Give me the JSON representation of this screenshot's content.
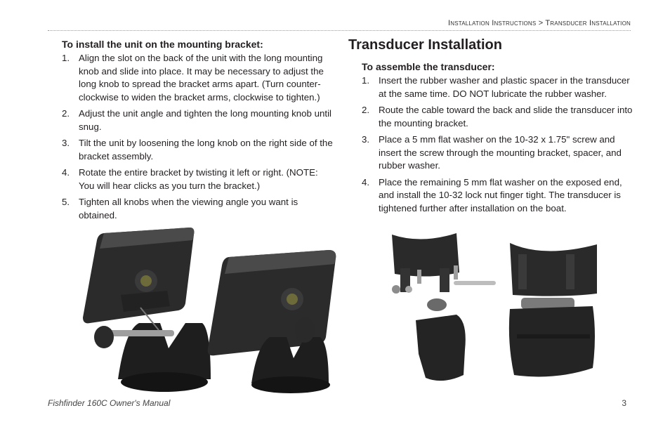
{
  "header": {
    "breadcrumb_section": "Installation Instructions",
    "separator": ">",
    "breadcrumb_page": "Transducer Installation"
  },
  "left": {
    "procedure_title": "To install the unit on the mounting bracket:",
    "steps": [
      {
        "num": "1.",
        "text": "Align the slot on the back of the unit with the long mounting knob and slide into place. It may be necessary to adjust the long knob to spread the bracket arms apart. (Turn counter-clockwise to widen the bracket arms, clockwise to tighten.)"
      },
      {
        "num": "2.",
        "text": "Adjust the unit angle and tighten the long mounting knob until snug."
      },
      {
        "num": "3.",
        "text": "Tilt the unit by loosening the long knob on the right side of the bracket assembly."
      },
      {
        "num": "4.",
        "text": "Rotate the entire bracket by twisting it left or right. (NOTE: You will hear clicks as you turn the bracket.)"
      },
      {
        "num": "5.",
        "text": "Tighten all knobs when the viewing angle you want is obtained."
      }
    ]
  },
  "right": {
    "section_title": "Transducer Installation",
    "procedure_title": "To assemble the transducer:",
    "steps": [
      {
        "num": "1.",
        "text": "Insert the rubber washer and plastic spacer in the transducer at the same time. DO NOT lubricate the rubber washer."
      },
      {
        "num": "2.",
        "text": "Route the cable toward the back and slide the transducer into the mounting bracket."
      },
      {
        "num": "3.",
        "text": "Place a 5 mm flat washer on the 10-32 x 1.75\" screw and insert the screw through the mounting bracket, spacer, and rubber washer."
      },
      {
        "num": "4.",
        "text": "Place the remaining 5 mm flat washer on the exposed end, and install the 10-32 lock nut finger tight. The transducer is tightened further after installation on the boat."
      }
    ]
  },
  "footer": {
    "manual_title": "Fishfinder 160C Owner's Manual",
    "page_number": "3"
  },
  "colors": {
    "text": "#231f20",
    "device_body": "#2b2b2b",
    "device_highlight": "#4a4a4a",
    "bracket": "#1e1e1e"
  }
}
